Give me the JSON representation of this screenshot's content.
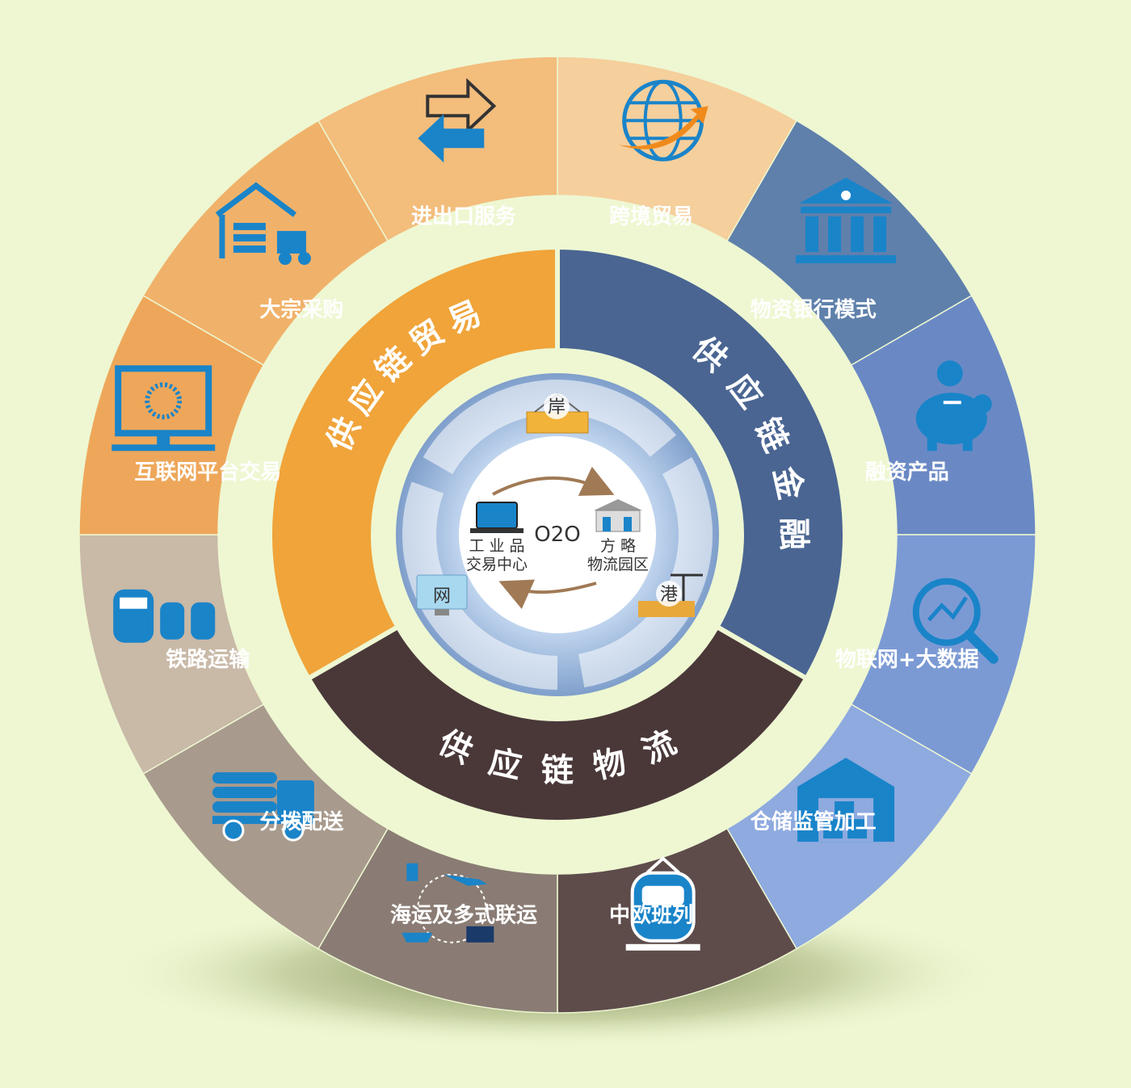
{
  "colors": {
    "background": "#eef7d2",
    "trade_outer": [
      "#f5cf9c",
      "#f3bd7c",
      "#f0b26a",
      "#eea75a"
    ],
    "finance_outer": [
      "#5f80ab",
      "#6a89c4",
      "#7b9ad4",
      "#8eaadf"
    ],
    "logistics_outer": [
      "#5e4c4b",
      "#8a7c74",
      "#a89a8d",
      "#c9b9a7"
    ],
    "trade_inner": "#f0a43a",
    "finance_inner": "#4a6592",
    "logistics_inner": "#4a3839",
    "icon_blue": "#1a84c9"
  },
  "outer_segments": [
    {
      "label": "跨境贸易",
      "icon": "globe-icon",
      "group": "trade"
    },
    {
      "label": "物资银行模式",
      "icon": "bank-icon",
      "group": "finance"
    },
    {
      "label": "融资产品",
      "icon": "piggy-bank-icon",
      "group": "finance"
    },
    {
      "label": "物联网+大数据",
      "icon": "magnifier-chart-icon",
      "group": "finance"
    },
    {
      "label": "仓储监管加工",
      "icon": "warehouse-icon",
      "group": "finance"
    },
    {
      "label": "中欧班列",
      "icon": "train-icon",
      "group": "logistics"
    },
    {
      "label": "海运及多式联运",
      "icon": "multimodal-icon",
      "group": "logistics"
    },
    {
      "label": "分拨配送",
      "icon": "truck-icon",
      "group": "logistics"
    },
    {
      "label": "铁路运输",
      "icon": "trains-icon",
      "group": "logistics"
    },
    {
      "label": "互联网平台交易",
      "icon": "monitor-icon",
      "group": "trade"
    },
    {
      "label": "大宗采购",
      "icon": "warehouse-truck-icon",
      "group": "trade"
    },
    {
      "label": "进出口服务",
      "icon": "exchange-arrows-icon",
      "group": "trade"
    }
  ],
  "inner_ring": {
    "trade": "供应链贸易",
    "finance": "供应链金融",
    "logistics": "供应链物流"
  },
  "center": {
    "o2o": "O2O",
    "left_line1": "工 业 品",
    "left_line2": "交易中心",
    "right_line1": "方    略",
    "right_line2": "物流园区",
    "badge_top": "岸",
    "badge_left": "网",
    "badge_right": "港"
  }
}
